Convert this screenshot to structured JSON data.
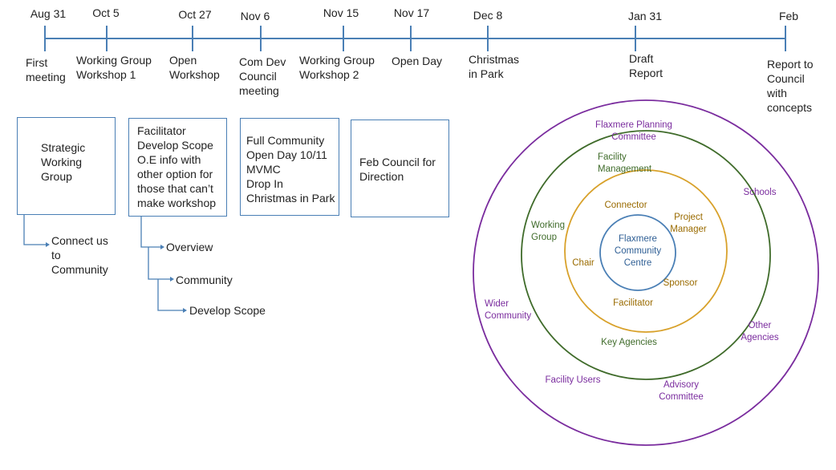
{
  "timeline": {
    "milestones": [
      {
        "date": "Aug 31",
        "event": "First\nmeeting"
      },
      {
        "date": "Oct 5",
        "event": "Working Group\nWorkshop 1"
      },
      {
        "date": "Oct 27",
        "event": "Open\nWorkshop"
      },
      {
        "date": "Nov 6",
        "event": "Com Dev\nCouncil\nmeeting"
      },
      {
        "date": "Nov 15",
        "event": "Working Group\nWorkshop 2"
      },
      {
        "date": "Nov 17",
        "event": "Open Day"
      },
      {
        "date": "Dec 8",
        "event": "Christmas\nin Park"
      },
      {
        "date": "Jan 31",
        "event": "Draft\nReport"
      },
      {
        "date": "Feb",
        "event": "Report to\nCouncil\nwith\nconcepts"
      }
    ]
  },
  "boxes": {
    "strategic": "Strategic\nWorking\nGroup",
    "facilitator": "Facilitator\nDevelop Scope\nO.E info with\nother option for\nthose that can’t\nmake workshop",
    "community": "Full Community\nOpen Day 10/11\nMVMC\nDrop In\nChristmas in Park",
    "feb": "Feb Council for\nDirection"
  },
  "subitems": {
    "connect": "Connect us\nto\nCommunity",
    "overview": "Overview",
    "community": "Community",
    "develop_scope": "Develop Scope"
  },
  "circles": {
    "core": "Flaxmere\nCommunity\nCentre",
    "inner": {
      "connector": "Connector",
      "project_manager": "Project\nManager",
      "chair": "Chair",
      "sponsor": "Sponsor",
      "facilitator": "Facilitator"
    },
    "middle": {
      "facility_management": "Facility\nManagement",
      "working_group": "Working\nGroup",
      "key_agencies": "Key Agencies"
    },
    "outer": {
      "planning_committee": "Flaxmere Planning\nCommittee",
      "schools": "Schools",
      "wider_community": "Wider\nCommunity",
      "other_agencies": "Other\nAgencies",
      "facility_users": "Facility Users",
      "advisory_committee": "Advisory\nCommittee"
    },
    "colors": {
      "outer": "#7a2c9e",
      "middle": "#3f6b2a",
      "inner": "#9a6b00",
      "core": "#2f5f95",
      "line": "#4a7fb5"
    }
  }
}
